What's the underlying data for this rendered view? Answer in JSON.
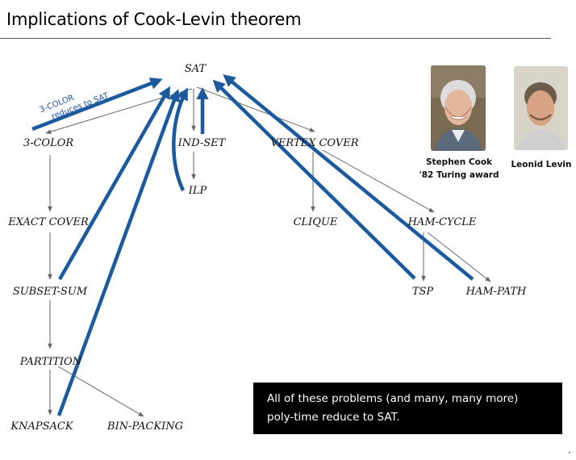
{
  "slide": {
    "title": "Implications of Cook-Levin theorem"
  },
  "diagram": {
    "nodes": {
      "sat": "SAT",
      "three_color": "3-COLOR",
      "ind_set": "IND-SET",
      "vertex_cover": "VERTEX COVER",
      "ilp": "ILP",
      "exact_cover": "EXACT COVER",
      "clique": "CLIQUE",
      "ham_cycle": "HAM-CYCLE",
      "subset_sum": "SUBSET-SUM",
      "tsp": "TSP",
      "ham_path": "HAM-PATH",
      "partition": "PARTITION",
      "knapsack": "KNAPSACK",
      "bin_packing": "BIN-PACKING"
    },
    "annotation": {
      "line1": "3-COLOR",
      "line2": "reduces to SAT"
    }
  },
  "people": [
    {
      "name": "Stephen Cook",
      "note": "'82 Turing award"
    },
    {
      "name": "Leonid Levin",
      "note": ""
    }
  ],
  "callout": {
    "line1": "All of these problems (and many, many more)",
    "line2": "poly-time reduce to SAT."
  },
  "colors": {
    "reduction_arrow": "#1b5a9e",
    "thin_arrow": "#666666",
    "callout_bg": "#000000"
  }
}
